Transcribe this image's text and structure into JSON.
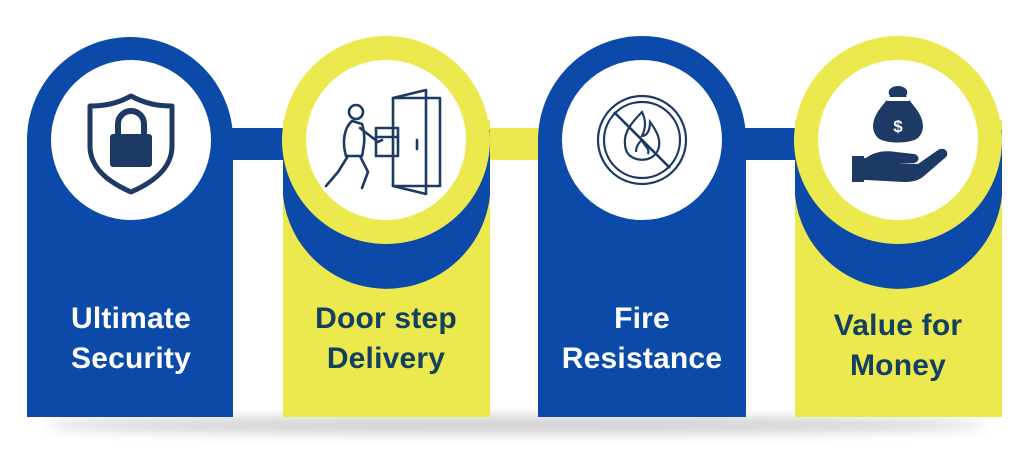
{
  "colors": {
    "blue": "#0b4aa8",
    "yellow": "#ece94f",
    "icon_navy": "#1c3a63",
    "white": "#ffffff",
    "text_dark": "#14405f"
  },
  "features": [
    {
      "line1": "Ultimate",
      "line2": "Security",
      "icon": "shield-lock-icon"
    },
    {
      "line1": "Door step",
      "line2": "Delivery",
      "icon": "delivery-door-icon"
    },
    {
      "line1": "Fire",
      "line2": "Resistance",
      "icon": "no-fire-icon"
    },
    {
      "line1": "Value for",
      "line2": "Money",
      "icon": "money-bag-hand-icon"
    }
  ]
}
